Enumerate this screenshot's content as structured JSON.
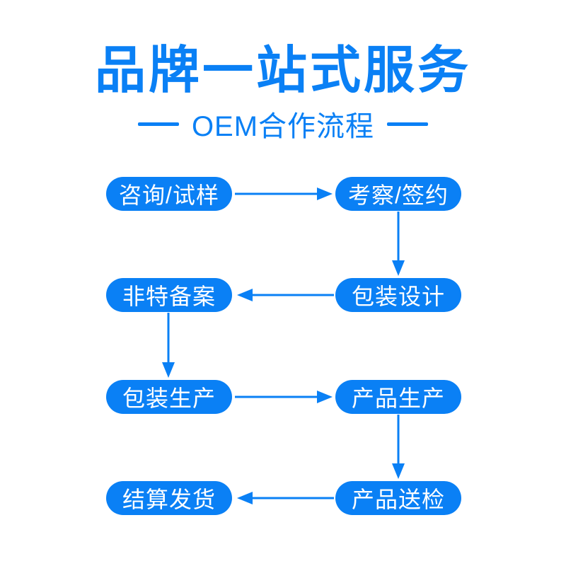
{
  "header": {
    "title": "品牌一站式服务",
    "subtitle": "OEM合作流程"
  },
  "colors": {
    "primary": "#0a80f5",
    "node_text": "#ffffff",
    "background": "#ffffff"
  },
  "flow": {
    "nodes": [
      {
        "id": "consult-sample",
        "label": "咨询/试样"
      },
      {
        "id": "inspect-sign",
        "label": "考察/签约"
      },
      {
        "id": "nonspecial-filing",
        "label": "非特备案"
      },
      {
        "id": "package-design",
        "label": "包装设计"
      },
      {
        "id": "package-production",
        "label": "包装生产"
      },
      {
        "id": "product-production",
        "label": "产品生产"
      },
      {
        "id": "settle-ship",
        "label": "结算发货"
      },
      {
        "id": "product-testing",
        "label": "产品送检"
      }
    ],
    "edges": [
      {
        "from": "consult-sample",
        "to": "inspect-sign",
        "direction": "right"
      },
      {
        "from": "inspect-sign",
        "to": "package-design",
        "direction": "down"
      },
      {
        "from": "package-design",
        "to": "nonspecial-filing",
        "direction": "left"
      },
      {
        "from": "nonspecial-filing",
        "to": "package-production",
        "direction": "down"
      },
      {
        "from": "package-production",
        "to": "product-production",
        "direction": "right"
      },
      {
        "from": "product-production",
        "to": "product-testing",
        "direction": "down"
      },
      {
        "from": "product-testing",
        "to": "settle-ship",
        "direction": "left"
      }
    ]
  }
}
